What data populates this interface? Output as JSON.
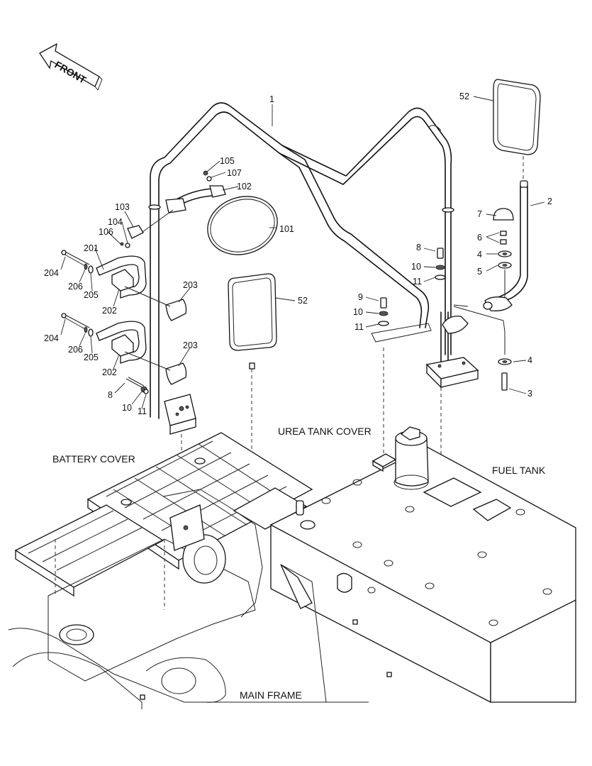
{
  "direction_label": "FRONT",
  "area_labels": {
    "battery_cover": "BATTERY COVER",
    "urea_tank_cover": "UREA TANK COVER",
    "fuel_tank": "FUEL TANK",
    "main_frame": "MAIN FRAME"
  },
  "callouts": {
    "c1": "1",
    "c2": "2",
    "c3": "3",
    "c4a": "4",
    "c4b": "4",
    "c5": "5",
    "c6": "6",
    "c7": "7",
    "c8a": "8",
    "c8b": "8",
    "c9": "9",
    "c10a": "10",
    "c10b": "10",
    "c10c": "10",
    "c11a": "11",
    "c11b": "11",
    "c11c": "11",
    "c52a": "52",
    "c52b": "52",
    "c101": "101",
    "c102": "102",
    "c103": "103",
    "c104": "104",
    "c105": "105",
    "c106": "106",
    "c107": "107",
    "c201": "201",
    "c202a": "202",
    "c202b": "202",
    "c203a": "203",
    "c203b": "203",
    "c204a": "204",
    "c204b": "204",
    "c205a": "205",
    "c205b": "205",
    "c206a": "206",
    "c206b": "206"
  }
}
